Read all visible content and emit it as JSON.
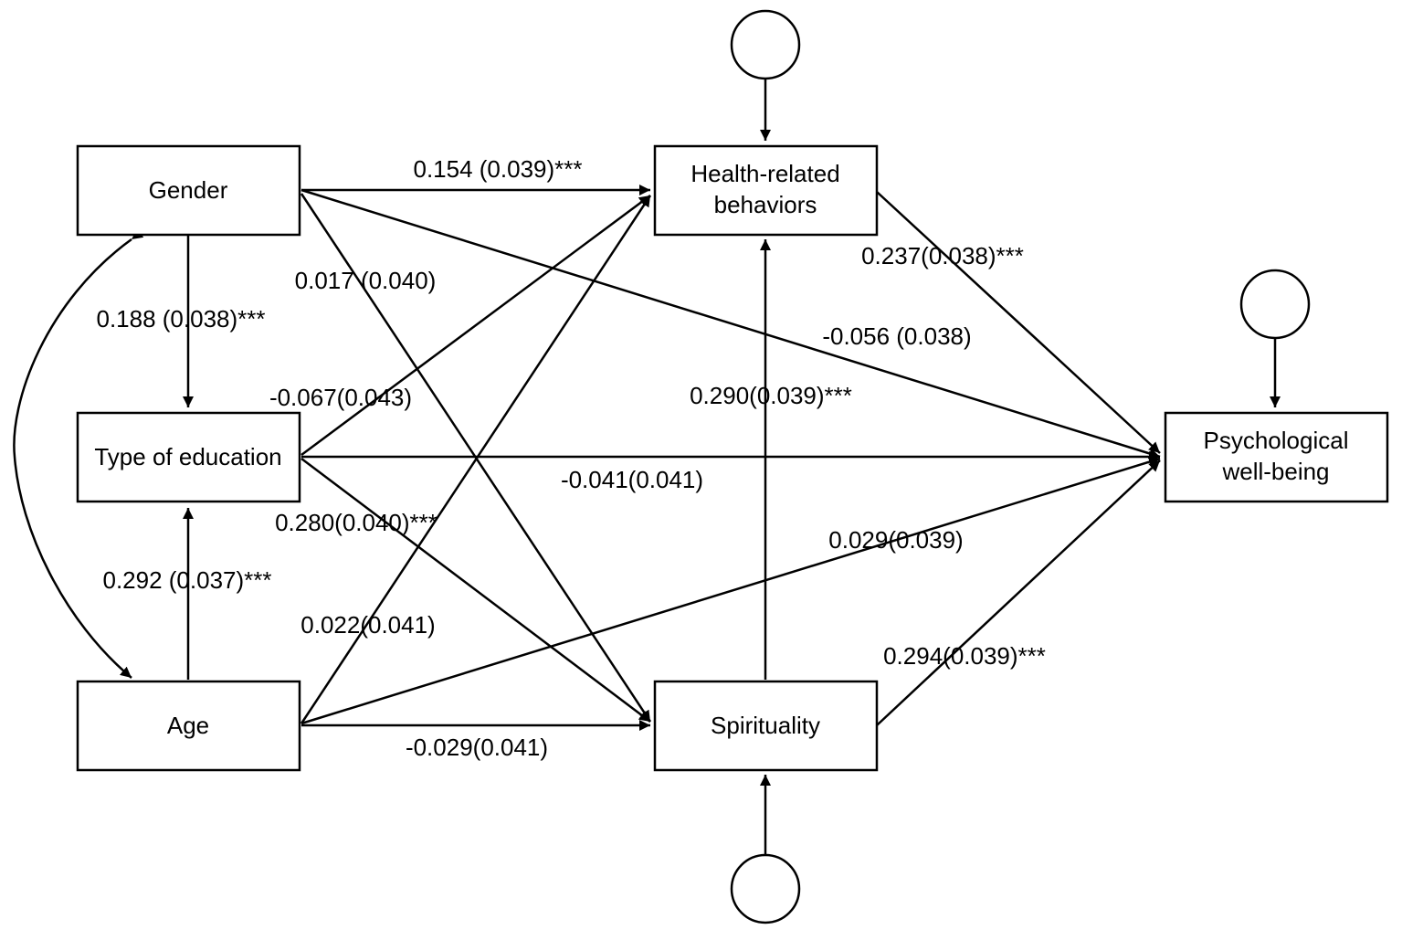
{
  "nodes": {
    "gender": {
      "lines": [
        "Gender"
      ]
    },
    "education": {
      "lines": [
        "Type of education"
      ]
    },
    "age": {
      "lines": [
        "Age"
      ]
    },
    "health": {
      "lines": [
        "Health-related",
        "behaviors"
      ]
    },
    "spirituality": {
      "lines": [
        "Spirituality"
      ]
    },
    "wellbeing": {
      "lines": [
        "Psychological",
        "well-being"
      ]
    }
  },
  "edges": {
    "gender_health": "0.154 (0.039)***",
    "gender_spirituality": "0.017 (0.040)",
    "gender_education": "0.188 (0.038)***",
    "gender_wellbeing": "-0.056 (0.038)",
    "education_health": "-0.067(0.043)",
    "education_wellbeing": "-0.041(0.041)",
    "education_spirituality": "0.280(0.040)***",
    "age_education": "0.292 (0.037)***",
    "age_health": "0.022(0.041)",
    "age_wellbeing": "0.029(0.039)",
    "age_spirituality": "-0.029(0.041)",
    "health_wellbeing": "0.237(0.038)***",
    "spirituality_health": "0.290(0.039)***",
    "spirituality_wellbeing": "0.294(0.039)***"
  }
}
